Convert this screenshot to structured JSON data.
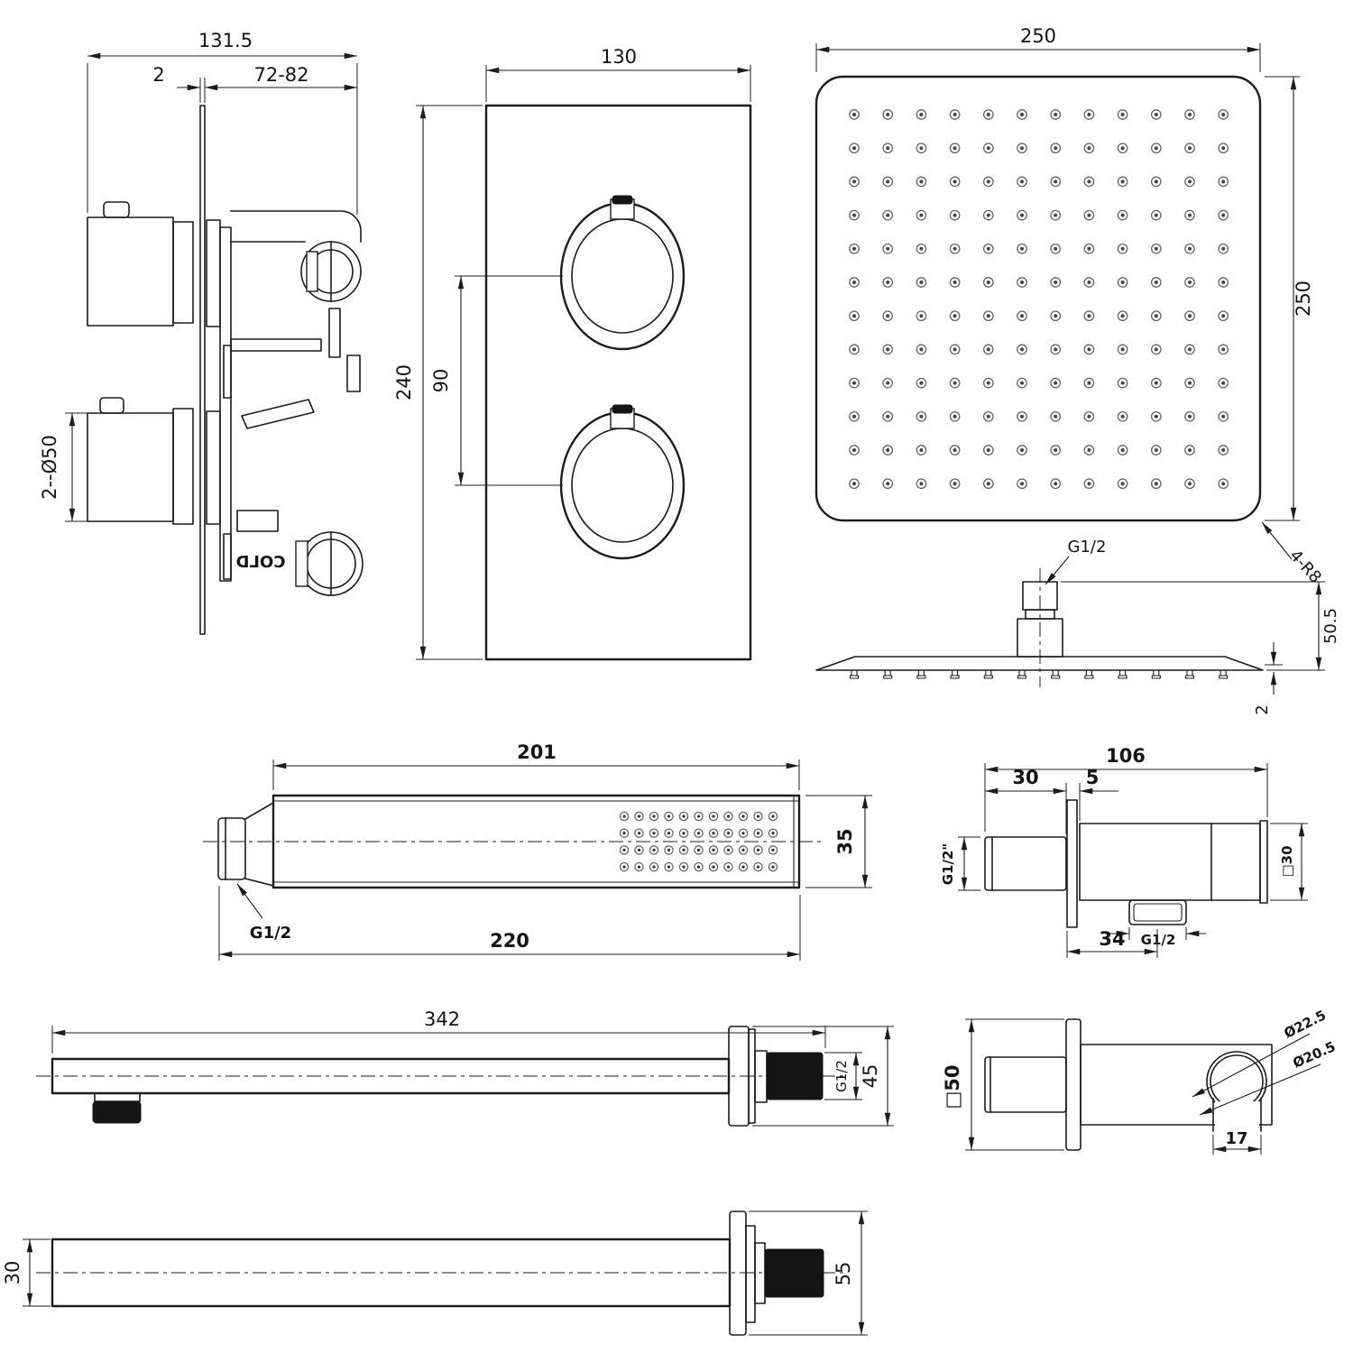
{
  "drawing": {
    "type": "technical-dimension-drawing",
    "product": "thermostatic concealed shower system",
    "colors": {
      "line": "#1c1c1c",
      "background": "#ffffff",
      "thread_fill": "#141414",
      "nozzle": "#666666"
    }
  },
  "views": {
    "valve_side": {
      "width_overall": "131.5",
      "plate_thickness": "2",
      "mount_depth": "72-82",
      "knob_dia": "2--Ø50",
      "cold_label": "COLD"
    },
    "valve_front": {
      "plate_width": "130",
      "plate_height": "240",
      "handle_spacing": "90"
    },
    "head_top": {
      "width": "250",
      "depth": "250",
      "corner_radius": "4-R8"
    },
    "head_side": {
      "inlet_thread": "G1/2",
      "height": "50.5",
      "edge_thickness": "2"
    },
    "hand_shower": {
      "head_length": "201",
      "total_length": "220",
      "width": "35",
      "thread": "G1/2"
    },
    "wall_outlet": {
      "total_length": "106",
      "thread_length": "30",
      "plate_thickness": "5",
      "inlet_thread": "G1/2\"",
      "body_size": "□30",
      "outlet_offset": "34",
      "outlet_thread": "G1/2"
    },
    "shower_arm": {
      "length": "342",
      "thread": "G1/2",
      "flange_dia": "45"
    },
    "handset_holder": {
      "flange_size": "□50",
      "ring_outer": "Ø22.5",
      "ring_inner": "Ø20.5",
      "fork_width": "17"
    },
    "arm_top": {
      "tube_width": "30",
      "flange_dia": "55"
    }
  }
}
